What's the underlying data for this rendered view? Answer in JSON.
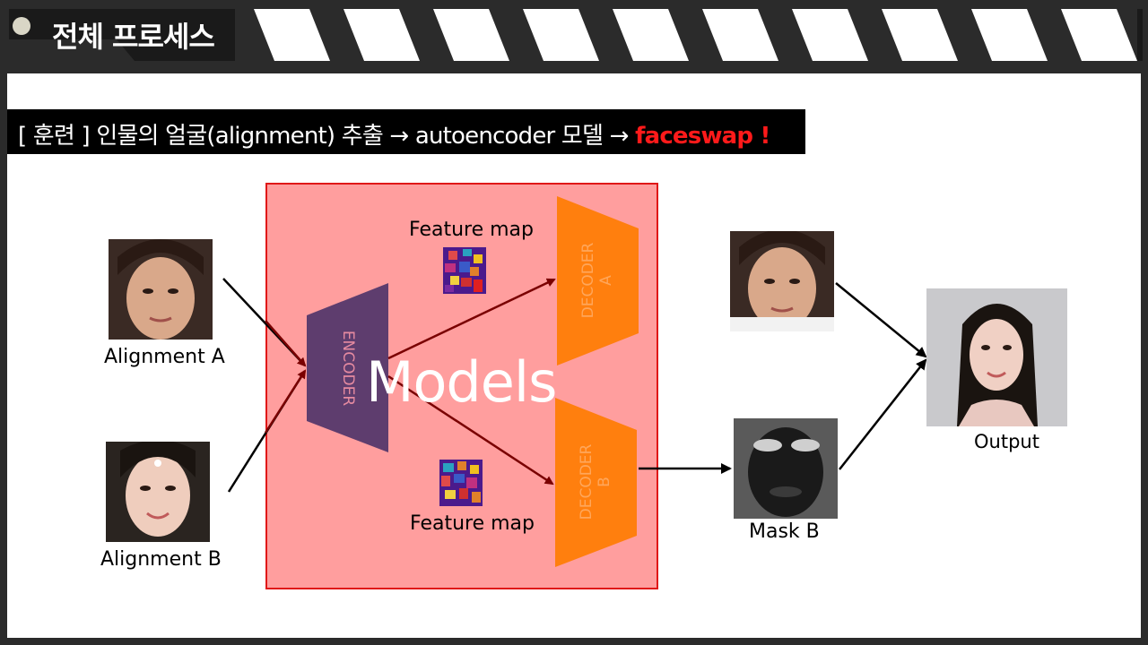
{
  "header": {
    "title": "전체 프로세스"
  },
  "banner": {
    "prefix": "[ 훈련 ] 인물의 얼굴(alignment) 추출 → autoencoder 모델 → ",
    "highlight": "faceswap !"
  },
  "inputs": {
    "a_label": "Alignment A",
    "b_label": "Alignment B"
  },
  "models": {
    "label": "Models",
    "encoder": "ENCODER",
    "decoder_a": [
      "DECODER",
      "A"
    ],
    "decoder_b": [
      "DECODER",
      "B"
    ],
    "feature_map_top": "Feature map",
    "feature_map_bottom": "Feature map"
  },
  "outputs": {
    "mask_label": "Mask B",
    "output_label": "Output"
  },
  "colors": {
    "header_bg": "#2b2b2b",
    "models_box_fill": "#ff9e9e",
    "models_box_border": "#e01818",
    "encoder": "#5e3d6e",
    "decoder": "#ff7f0e",
    "highlight": "#ff1a1a",
    "arrow_dark_red": "#7a0000"
  },
  "icons": {
    "header_dot": "circle-bullet-icon"
  }
}
